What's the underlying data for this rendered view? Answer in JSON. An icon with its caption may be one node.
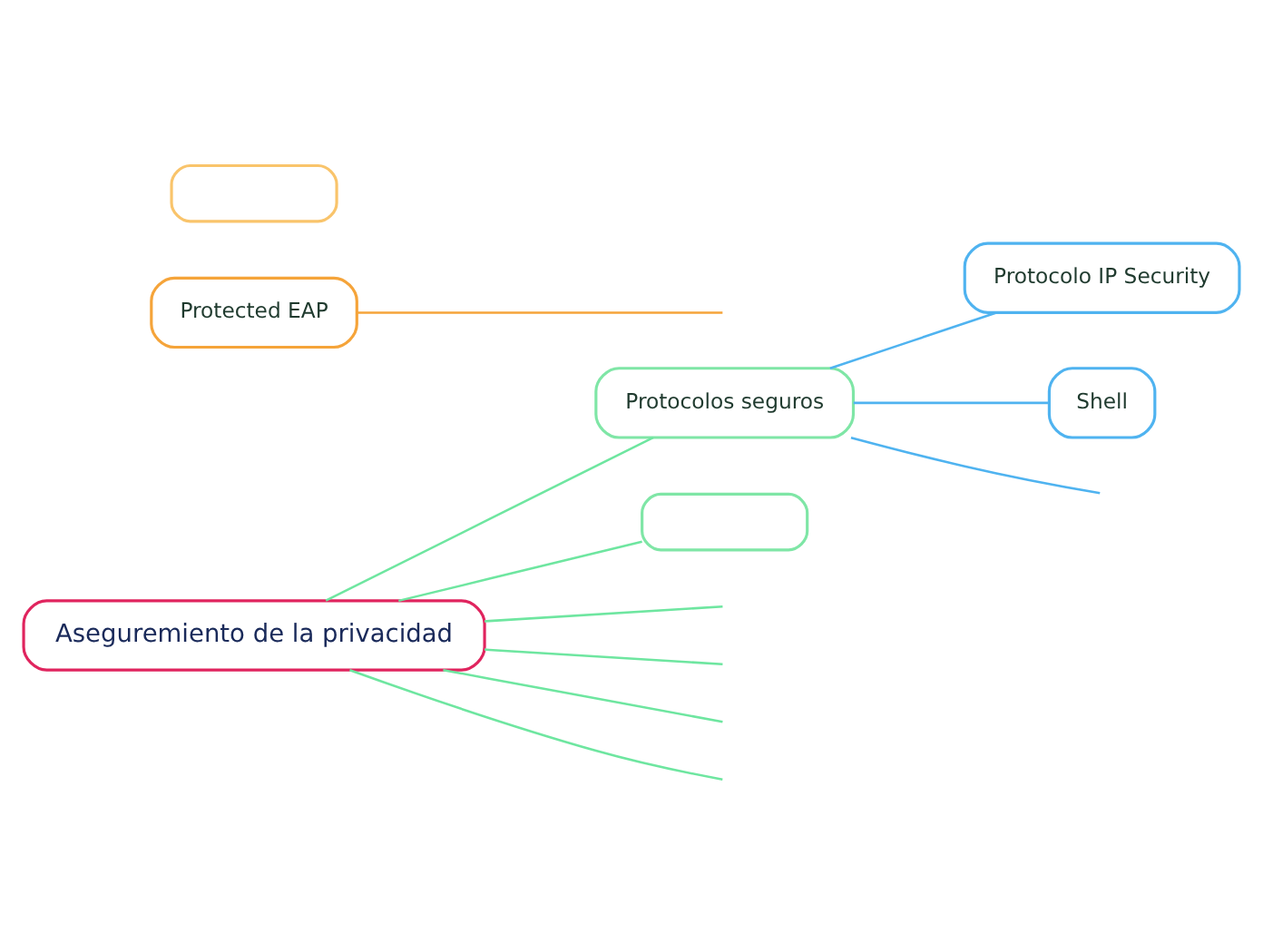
{
  "diagram": {
    "nodes": [
      {
        "text": [
          "Aseguremiento de la privacidad"
        ]
      },
      {
        "text": [
          "Protocolos seguros"
        ]
      },
      {
        "text": [
          "Protocolo IP Security"
        ]
      },
      {
        "text": [
          "Shell"
        ]
      },
      {
        "text": [
          "Protected EAP"
        ]
      },
      {
        "text": [],
        "shape": "box"
      },
      {
        "text": [],
        "shape": "box"
      }
    ],
    "edges": [
      {
        "from": 0,
        "to": null,
        "arrow": "none"
      },
      {
        "from": 0,
        "to": 6,
        "arrow": "none"
      },
      {
        "from": 0,
        "to": 1,
        "arrow": "none"
      },
      {
        "from": 1,
        "to": 2,
        "arrow": "none",
        "color": "#4fb3f0"
      },
      {
        "from": 1,
        "to": null,
        "arrow": "none",
        "color": "#4fb3f0"
      },
      {
        "from": 1,
        "to": 3,
        "arrow": "none",
        "color": "#4fb3f0"
      },
      {
        "from": 4,
        "to": null,
        "arrow": "none",
        "color": "#f5a43a"
      },
      {
        "from": 0,
        "to": null,
        "arrow": "none"
      },
      {
        "from": 0,
        "to": null,
        "arrow": "none"
      },
      {
        "from": 0,
        "to": null,
        "arrow": "none"
      }
    ]
  }
}
